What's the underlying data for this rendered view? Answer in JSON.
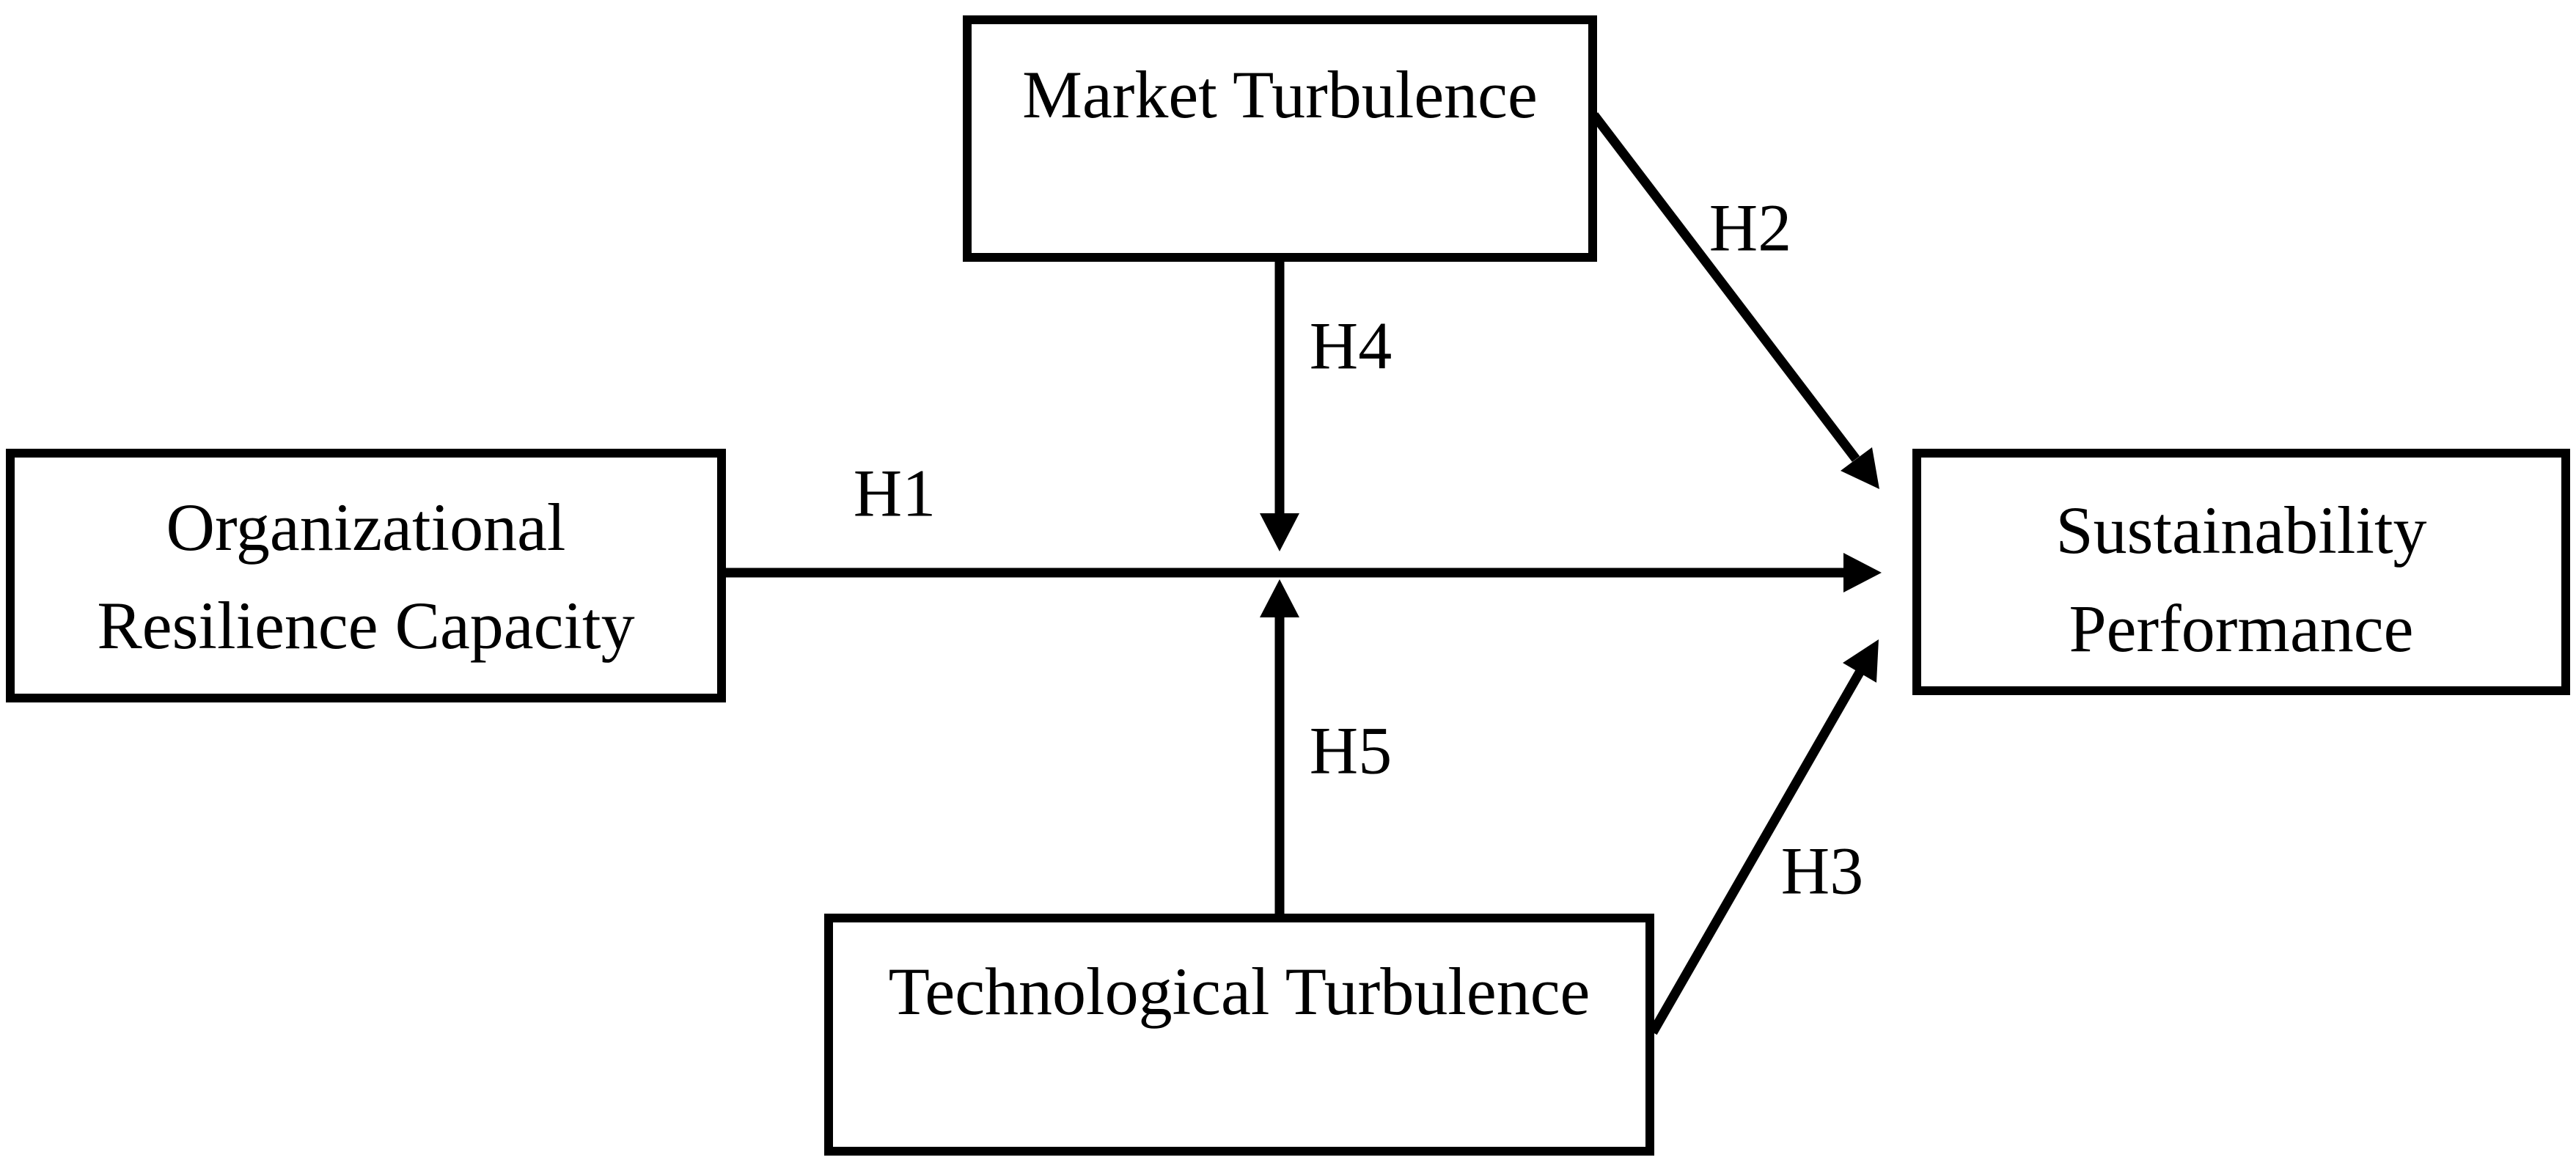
{
  "figure": {
    "type": "conceptual-model-diagram",
    "background_color": "#ffffff",
    "ink_color": "#000000",
    "boxes": {
      "market": {
        "label": "Market Turbulence"
      },
      "resilience": {
        "lines": [
          "Organizational",
          "Resilience Capacity"
        ]
      },
      "sustainability": {
        "lines": [
          "Sustainability",
          "Performance"
        ]
      },
      "tech": {
        "label": "Technological Turbulence"
      }
    },
    "arrows": {
      "h1": {
        "label": "H1",
        "from": "Organizational Resilience Capacity",
        "to": "Sustainability Performance",
        "style": "straight-horizontal"
      },
      "h2": {
        "label": "H2",
        "from": "Market Turbulence",
        "to": "Sustainability Performance",
        "style": "diagonal"
      },
      "h3": {
        "label": "H3",
        "from": "Technological Turbulence",
        "to": "Sustainability Performance",
        "style": "diagonal"
      },
      "h4": {
        "label": "H4",
        "from": "Market Turbulence",
        "to": "H1 arrow",
        "style": "vertical-down"
      },
      "h5": {
        "label": "H5",
        "from": "Technological Turbulence",
        "to": "H1 arrow",
        "style": "vertical-up"
      }
    }
  }
}
